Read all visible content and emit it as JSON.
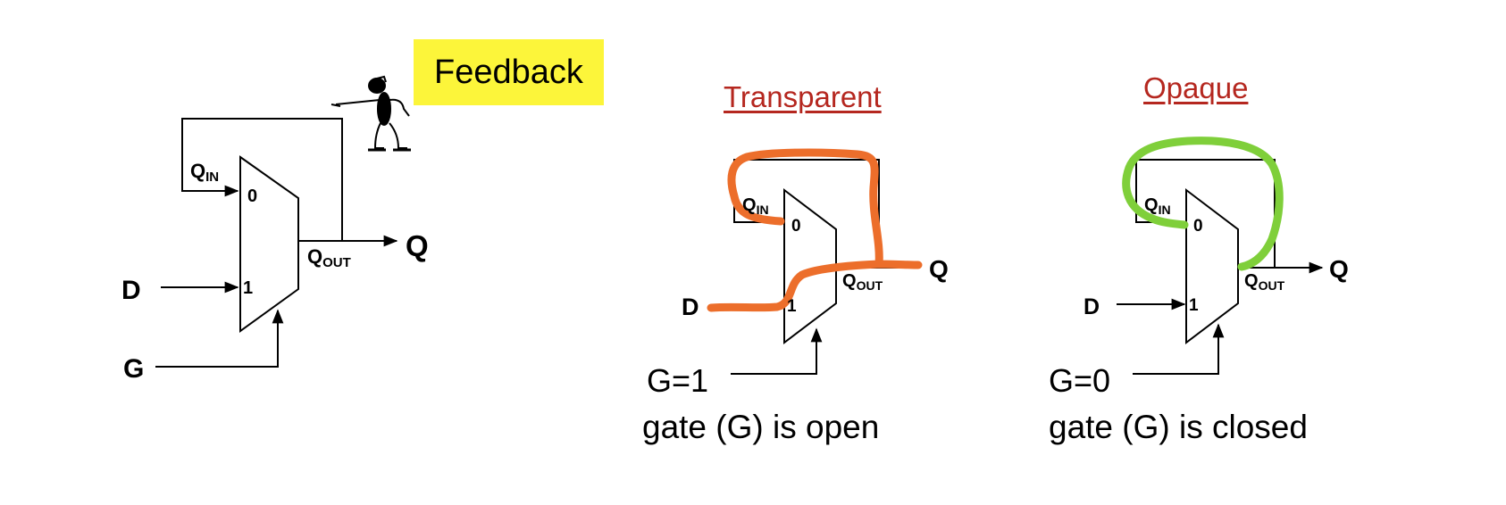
{
  "callout": {
    "text": "Feedback"
  },
  "transparent": {
    "heading": "Transparent",
    "gate_value": "G=1",
    "gate_state": "gate (G) is open"
  },
  "opaque": {
    "heading": "Opaque",
    "gate_value": "G=0",
    "gate_state": "gate (G) is closed"
  },
  "labels": {
    "d": "D",
    "g": "G",
    "q": "Q",
    "q_letter": "Q",
    "in_sub": "IN",
    "out_sub": "OUT",
    "input0": "0",
    "input1": "1"
  },
  "colors": {
    "callout_bg": "#fcf53a",
    "heading": "#b5271f",
    "transparent_path": "#ec6e2b",
    "opaque_path": "#7fcf3a"
  },
  "icons": {
    "figure": "stick-figure-pointing-icon"
  }
}
